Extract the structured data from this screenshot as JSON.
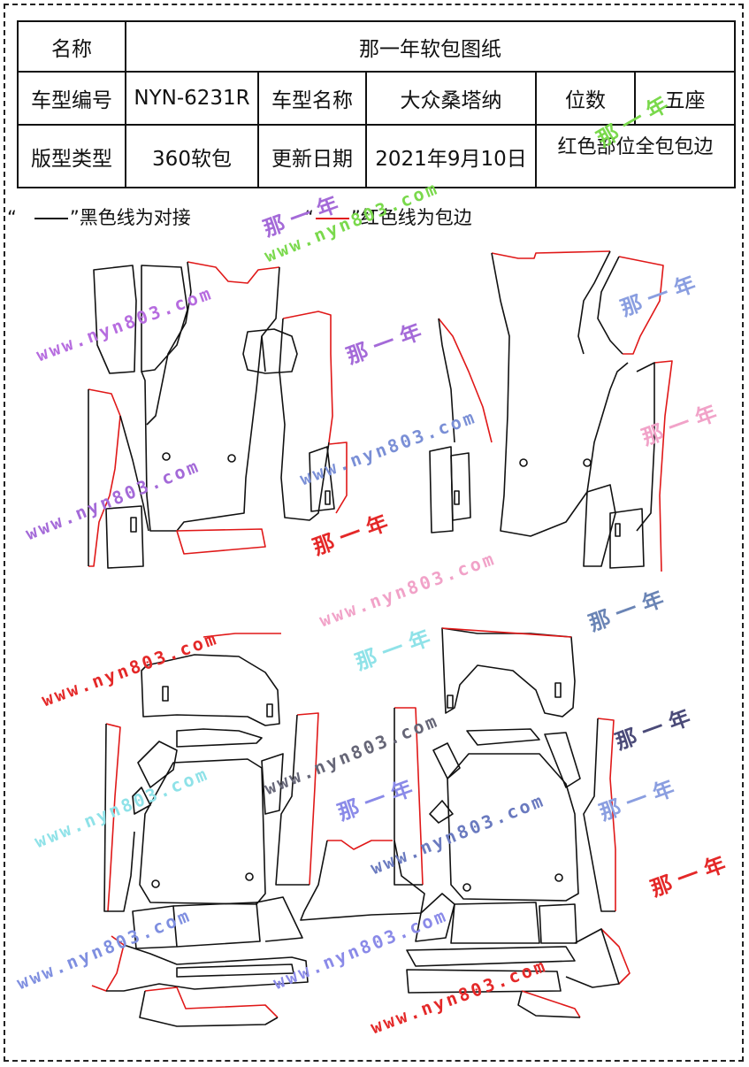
{
  "info_table": {
    "name_label": "名称",
    "name_value": "那一年软包图纸",
    "model_code_label": "车型编号",
    "model_code_value": "NYN-6231R",
    "model_name_label": "车型名称",
    "model_name_value": "大众桑塔纳",
    "seats_label": "位数",
    "seats_value": "五座",
    "pattern_type_label": "版型类型",
    "pattern_type_value": "360软包",
    "update_date_label": "更新日期",
    "update_date_value": "2021年9月10日",
    "note": "红色部位全包包边"
  },
  "legend": {
    "black_quote_open": "“",
    "black_text": "”黑色线为对接",
    "red_quote_open": "“",
    "red_text": "”红色线为包边"
  },
  "watermarks": {
    "url": "www.nyn803.com",
    "brand": "那一年"
  },
  "colors": {
    "border_line": "#111111",
    "red_edge_line": "#e01818"
  }
}
